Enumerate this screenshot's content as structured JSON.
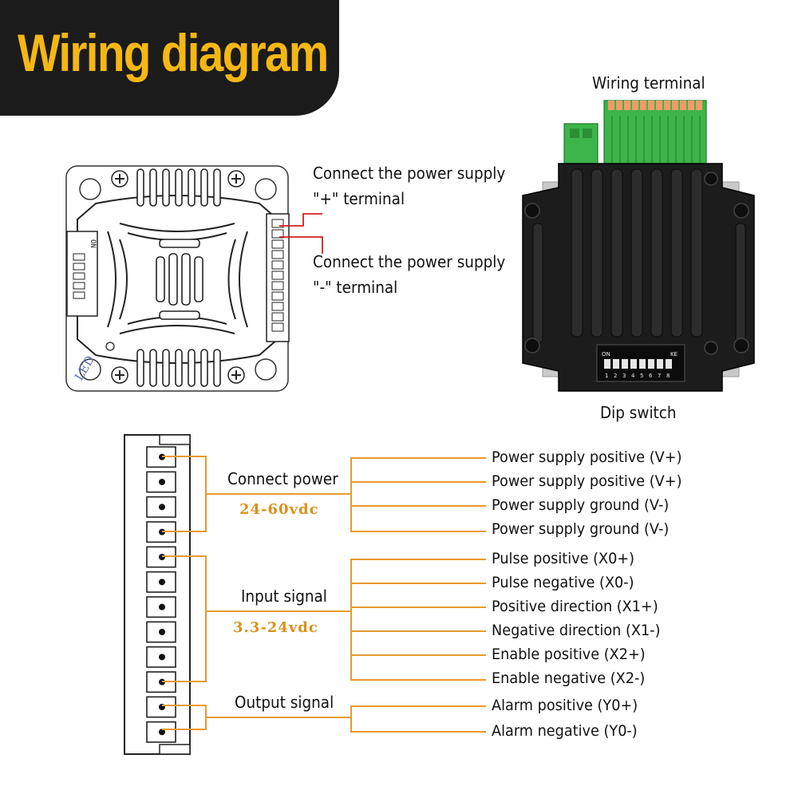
{
  "title": "Wiring diagram",
  "labels": {
    "wiring_terminal": "Wiring terminal",
    "dip_switch": "Dip switch",
    "plus_line1": "Connect the power supply",
    "plus_line2": "\"+\" terminal",
    "minus_line1": "Connect the power supply",
    "minus_line2": "\"-\" terminal",
    "led": "LED",
    "on": "ON",
    "dip_on": "ON",
    "dip_ke": "KE"
  },
  "groups": [
    {
      "name": "Connect power",
      "voltage": "24-60vdc"
    },
    {
      "name": "Input signal",
      "voltage": "3.3-24vdc"
    },
    {
      "name": "Output signal",
      "voltage": ""
    }
  ],
  "signals": [
    "Power supply positive (V+)",
    "Power supply positive (V+)",
    "Power supply ground (V-)",
    "Power supply ground (V-)",
    "Pulse positive (X0+)",
    "Pulse negative (X0-)",
    "Positive direction (X1+)",
    "Negative direction (X1-)",
    "Enable positive (X2+)",
    "Enable negative (X2-)",
    "Alarm positive (Y0+)",
    "Alarm negative (Y0-)"
  ],
  "dip_numbers": [
    "1",
    "2",
    "3",
    "4",
    "5",
    "6",
    "7",
    "8"
  ],
  "colors": {
    "banner_bg": "#1b1b1b",
    "banner_text": "#f6b714",
    "wire_orange": "#e89a2c",
    "pointer_red": "#d22020",
    "terminal_green": "#3db54a",
    "driver_body": "#1c1c1c"
  }
}
